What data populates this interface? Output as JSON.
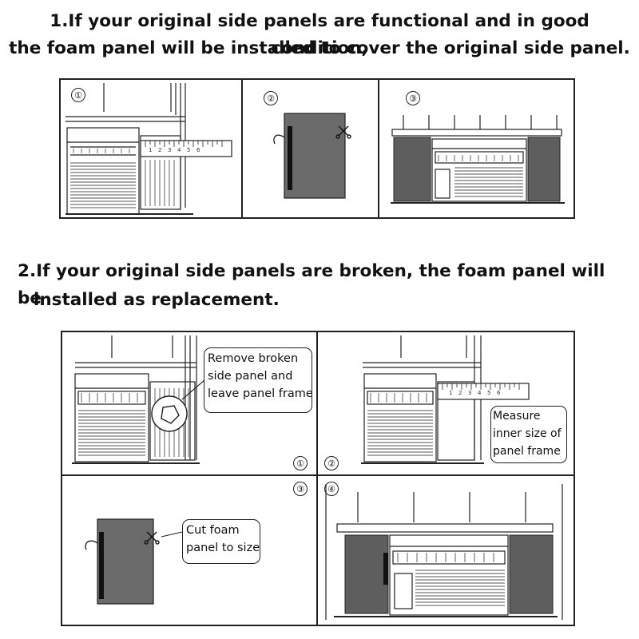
{
  "section1": {
    "heading_line1": "1.If your original side panels are functional and in good condition,",
    "heading_line2": "the foam panel will be installed to cover the original side panel.",
    "steps": [
      "①",
      "②",
      "③"
    ]
  },
  "section2": {
    "heading_line1": "2.If your original side panels are broken, the foam panel will be",
    "heading_line2": "installed as replacement.",
    "steps": [
      "①",
      "②",
      "③",
      "④"
    ],
    "callouts": {
      "remove": [
        "Remove broken",
        "side panel and",
        "leave panel frame"
      ],
      "measure": [
        "Measure",
        "inner size of",
        "panel frame"
      ],
      "cut": [
        "Cut foam",
        "panel to size"
      ]
    }
  },
  "ruler_ticks": [
    "1",
    "2",
    "3",
    "4",
    "5",
    "6"
  ]
}
